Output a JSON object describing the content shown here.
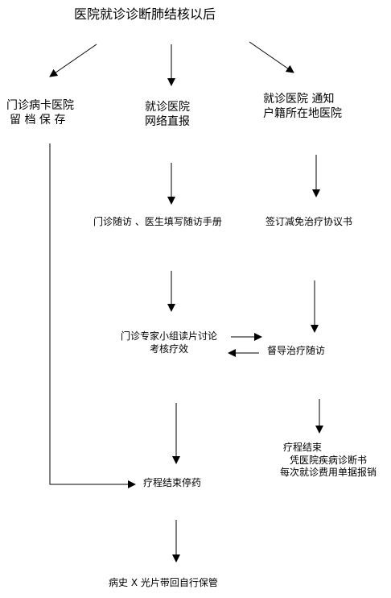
{
  "title": "医院就诊诊断肺结核以后",
  "branches": {
    "left": {
      "line1": "门诊病卡医院",
      "line2": "留 档 保 存"
    },
    "middle": {
      "line1": "就诊医院",
      "line2": "网络直报"
    },
    "right": {
      "line1": "就诊医院  通知",
      "line2": "户籍所在地医院"
    }
  },
  "steps": {
    "follow_up": "门诊随访 、医生填写随访手册",
    "agreement": "签订减免治疗协议书",
    "expert_line1": "门诊专家小组读片讨论",
    "expert_line2": "考核疗效",
    "supervise": "督导治疗随访",
    "end_right_line1": "疗程结束",
    "end_right_line2": "凭医院疾病诊断书",
    "end_right_line3": "每次就诊费用单据报销",
    "stop": "疗程结束停药",
    "archive": "病史 X 光片带回自行保管"
  },
  "colors": {
    "text": "#000000",
    "line": "#000000",
    "background": "#ffffff"
  }
}
